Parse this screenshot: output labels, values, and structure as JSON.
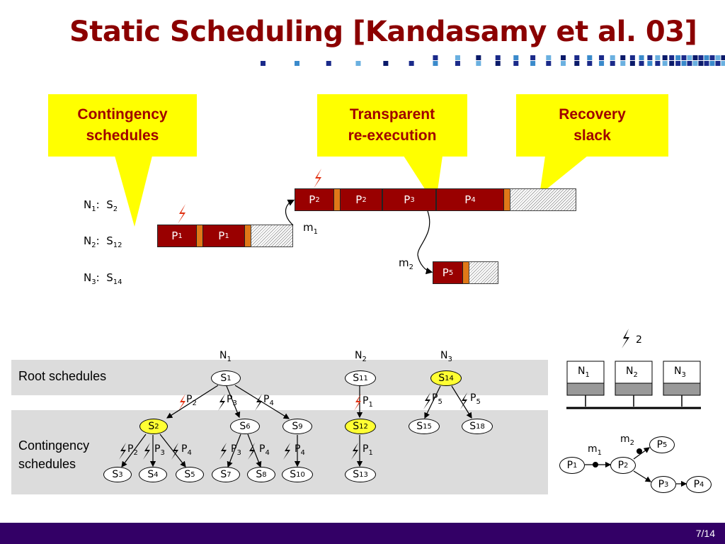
{
  "title": "Static Scheduling [Kandasamy et al. 03]",
  "callouts": {
    "contingency": [
      "Contingency",
      "schedules"
    ],
    "transparent": [
      "Transparent",
      "re-execution"
    ],
    "recovery": [
      "Recovery",
      "slack"
    ]
  },
  "node_schedules": [
    {
      "node": "N",
      "node_sub": "1",
      "sched": "S",
      "sched_sub": "2"
    },
    {
      "node": "N",
      "node_sub": "2",
      "sched": "S",
      "sched_sub": "12"
    },
    {
      "node": "N",
      "node_sub": "3",
      "sched": "S",
      "sched_sub": "14"
    }
  ],
  "timeline": {
    "n1": [
      {
        "p": "P",
        "s": "1"
      },
      {
        "p": "P",
        "s": "1"
      }
    ],
    "n2": [
      {
        "p": "P",
        "s": "2"
      },
      {
        "p": "P",
        "s": "2"
      },
      {
        "p": "P",
        "s": "3"
      },
      {
        "p": "P",
        "s": "4"
      }
    ],
    "n3": [
      {
        "p": "P",
        "s": "5"
      }
    ],
    "messages": [
      {
        "m": "m",
        "s": "1"
      },
      {
        "m": "m",
        "s": "2"
      }
    ]
  },
  "tree": {
    "band_labels": {
      "root": "Root schedules",
      "contingency": [
        "Contingency",
        "schedules"
      ]
    },
    "column_heads": [
      {
        "n": "N",
        "s": "1"
      },
      {
        "n": "N",
        "s": "2"
      },
      {
        "n": "N",
        "s": "3"
      }
    ],
    "roots": [
      {
        "s": "S",
        "sub": "1"
      },
      {
        "s": "S",
        "sub": "11"
      },
      {
        "s": "S",
        "sub": "14"
      }
    ],
    "level2": [
      {
        "s": "S",
        "sub": "2"
      },
      {
        "s": "S",
        "sub": "6"
      },
      {
        "s": "S",
        "sub": "9"
      },
      {
        "s": "S",
        "sub": "12"
      },
      {
        "s": "S",
        "sub": "15"
      },
      {
        "s": "S",
        "sub": "18"
      }
    ],
    "level3": [
      {
        "s": "S",
        "sub": "3"
      },
      {
        "s": "S",
        "sub": "4"
      },
      {
        "s": "S",
        "sub": "5"
      },
      {
        "s": "S",
        "sub": "7"
      },
      {
        "s": "S",
        "sub": "8"
      },
      {
        "s": "S",
        "sub": "10"
      },
      {
        "s": "S",
        "sub": "13"
      }
    ],
    "edge_labels_top": [
      {
        "p": "P",
        "s": "2"
      },
      {
        "p": "P",
        "s": "3"
      },
      {
        "p": "P",
        "s": "4"
      },
      {
        "p": "P",
        "s": "1"
      },
      {
        "p": "P",
        "s": "5"
      },
      {
        "p": "P",
        "s": "5"
      }
    ],
    "edge_labels_bottom": [
      {
        "p": "P",
        "s": "2"
      },
      {
        "p": "P",
        "s": "3"
      },
      {
        "p": "P",
        "s": "4"
      },
      {
        "p": "P",
        "s": "3"
      },
      {
        "p": "P",
        "s": "4"
      },
      {
        "p": "P",
        "s": "4"
      },
      {
        "p": "P",
        "s": "1"
      }
    ]
  },
  "architecture": {
    "fault_count": "2",
    "nodes": [
      {
        "n": "N",
        "s": "1"
      },
      {
        "n": "N",
        "s": "2"
      },
      {
        "n": "N",
        "s": "3"
      }
    ]
  },
  "process_graph": {
    "processes": [
      {
        "p": "P",
        "s": "1"
      },
      {
        "p": "P",
        "s": "2"
      },
      {
        "p": "P",
        "s": "3"
      },
      {
        "p": "P",
        "s": "4"
      },
      {
        "p": "P",
        "s": "5"
      }
    ],
    "messages": [
      {
        "m": "m",
        "s": "1"
      },
      {
        "m": "m",
        "s": "2"
      }
    ]
  },
  "page": "7/14",
  "colors": {
    "title": "#8b0000",
    "callout": "#ffff00",
    "task": "#990000",
    "footer": "#330066",
    "band": "#dcdcdc"
  }
}
